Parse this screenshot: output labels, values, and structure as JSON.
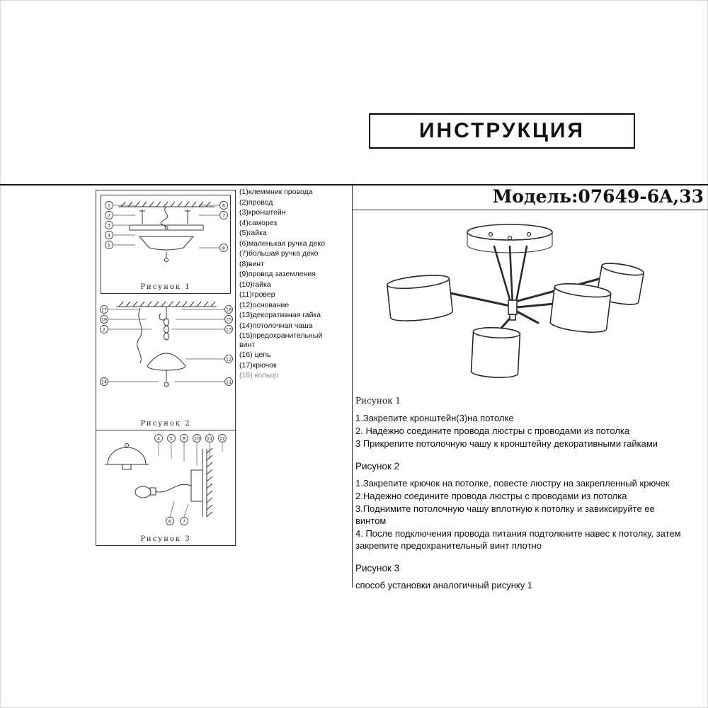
{
  "page": {
    "title": "ИНСТРУКЦИЯ",
    "model": "Модель:07649-6A,33"
  },
  "figures": [
    {
      "label": "Рисунок 1",
      "callouts_left": [
        "1",
        "2",
        "3",
        "4",
        "5"
      ],
      "callouts_right": [
        "6",
        "7",
        "8"
      ]
    },
    {
      "label": "Рисунок 2",
      "callouts_left": [
        "17",
        "16",
        "2",
        "14"
      ],
      "callouts_right": [
        "18",
        "15",
        "13",
        "12",
        "11"
      ]
    },
    {
      "label": "Рисунок 3",
      "callouts_top": [
        "4",
        "5",
        "8",
        "10",
        "11",
        "12"
      ],
      "callouts_bottom": [
        "6",
        "7"
      ]
    }
  ],
  "parts_list": [
    "(1)клеммник провода",
    "(2)провод",
    "(3)кронштейн",
    "(4)саморез",
    "(5)гайка",
    "(6)маленькая ручка деко",
    "(7)большая ручка деко",
    "(8)винт",
    "(9)провод заземления",
    "(10)гайка",
    "(11)гровер",
    "(12)основание",
    "(13)декоративная гайка",
    "(14)потолочная чаша",
    "(15)предохранительный винт",
    "(16) цепь",
    "(17)крючок",
    "(18) кольцо"
  ],
  "instructions": [
    {
      "heading": "Рисунок 1",
      "steps": [
        "1.Закрепите кронштейн(3)на потолке",
        "2. Надежно соедините провода люстры с проводами из потолка",
        "3 Прикрепите потолочную чашу к кронштейну декоративными гайками"
      ]
    },
    {
      "heading": "Рисунок 2",
      "steps": [
        "1.Закрепите крючок на потолке, повесте люстру на закрепленный крючек",
        "2.Надежно соедините провода люстры с проводами из потолка",
        "3.Поднимите потолочную чашу вплотную к потолку и завиксируйте ее винтом",
        "4. После подключения провода питания подтолкните навес к потолку, затем закрепите предохранительный винт плотно"
      ]
    },
    {
      "heading": "Рисунок 3",
      "steps": [
        "способ установки аналогичный рисунку 1"
      ]
    }
  ]
}
